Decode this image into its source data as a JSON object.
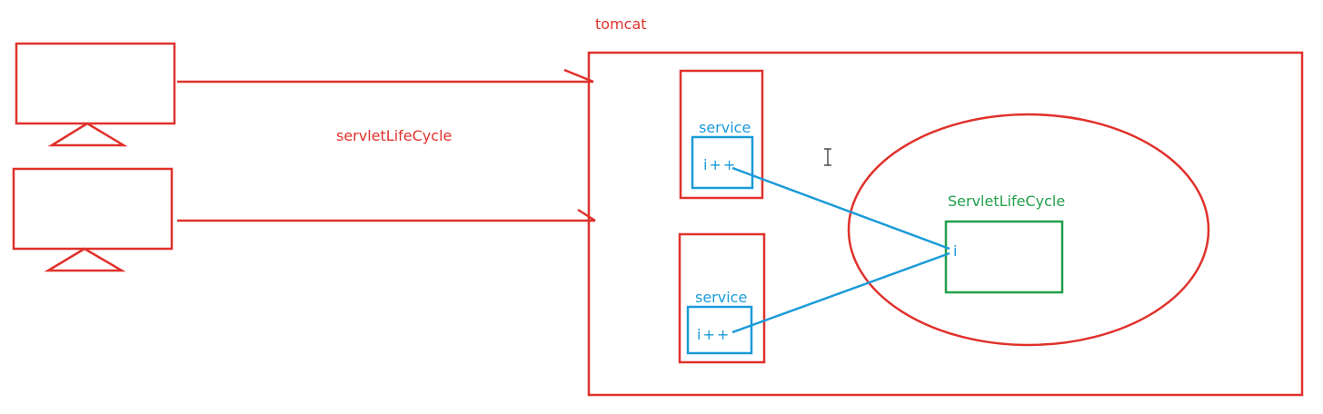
{
  "labels": {
    "tomcat": "tomcat",
    "servlet_life_cycle_lower": "servletLifeCycle",
    "service_top": "service",
    "service_bottom": "service",
    "counter_top": "i++",
    "counter_bottom": "i++",
    "servlet_life_cycle_upper": "ServletLifeCycle",
    "variable_i": "i"
  },
  "colors": {
    "red": "#e0312b",
    "blue": "#1a9ad8",
    "green": "#22a04b"
  },
  "icons": {
    "cursor": "text-cursor-icon"
  }
}
